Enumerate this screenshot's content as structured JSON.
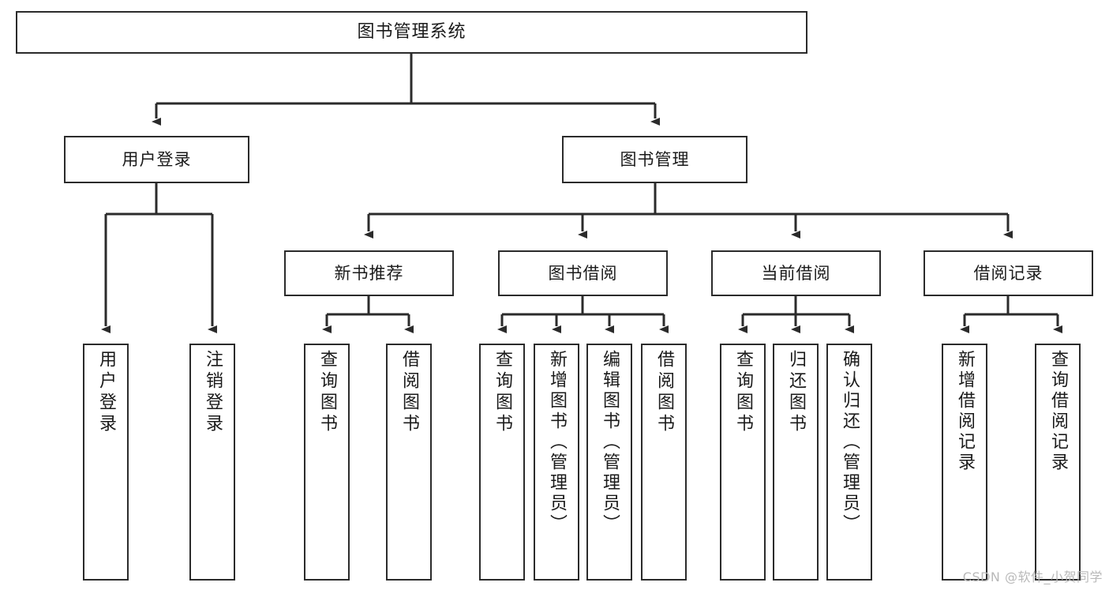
{
  "diagram": {
    "type": "tree-hierarchy",
    "title": "图书管理系统",
    "watermark": "CSDN @软件_小贺同学",
    "colors": {
      "stroke": "#2b2b2b",
      "fill": "#ffffff",
      "text": "#1a1a1a",
      "watermark": "#b9b9b9"
    },
    "nodes": {
      "root": {
        "label": "图书管理系统"
      },
      "level2": [
        {
          "label": "用户登录"
        },
        {
          "label": "图书管理"
        }
      ],
      "level3": [
        {
          "label": "新书推荐"
        },
        {
          "label": "图书借阅"
        },
        {
          "label": "当前借阅"
        },
        {
          "label": "借阅记录"
        }
      ],
      "leaves": {
        "user_login": [
          {
            "label": "用户登录"
          },
          {
            "label": "注销登录"
          }
        ],
        "new_book_recommend": [
          {
            "label": "查询图书"
          },
          {
            "label": "借阅图书"
          }
        ],
        "book_borrow": [
          {
            "label": "查询图书"
          },
          {
            "label": "新增图书（管理员）"
          },
          {
            "label": "编辑图书（管理员）"
          },
          {
            "label": "借阅图书"
          }
        ],
        "current_borrow": [
          {
            "label": "查询图书"
          },
          {
            "label": "归还图书"
          },
          {
            "label": "确认归还（管理员）"
          }
        ],
        "borrow_records": [
          {
            "label": "新增借阅记录"
          },
          {
            "label": "查询借阅记录"
          }
        ]
      }
    }
  }
}
